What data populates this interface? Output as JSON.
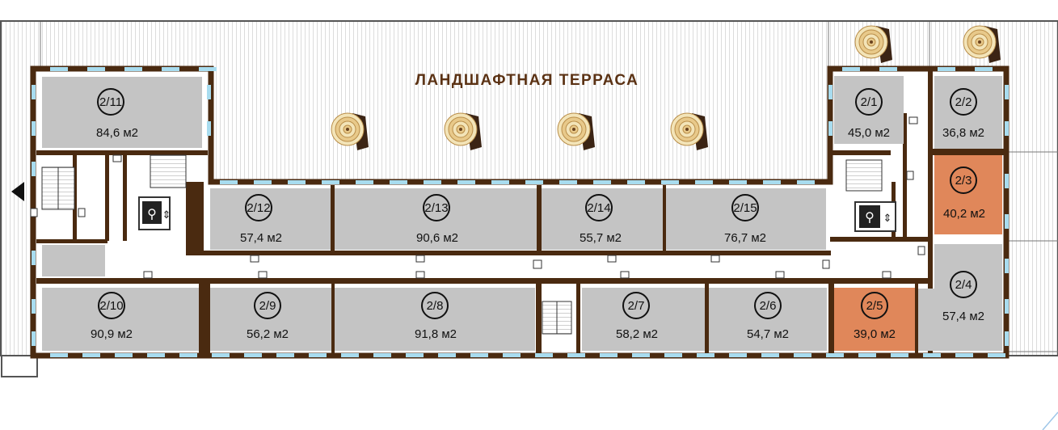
{
  "colors": {
    "wall": "#4a2a10",
    "room": "#c4c4c4",
    "highlight": "#e0875a",
    "window": "#a8dcef",
    "terrace_line": "#dddddd",
    "terrace_label": "#5b3214",
    "frame": "#555555"
  },
  "terrace": {
    "label": "ЛАНДШАФТНАЯ ТЕРРАСА"
  },
  "rooms": [
    {
      "id": "2-11",
      "number": "2/11",
      "area": "84,6 м2",
      "highlighted": false
    },
    {
      "id": "2-12",
      "number": "2/12",
      "area": "57,4 м2",
      "highlighted": false
    },
    {
      "id": "2-13",
      "number": "2/13",
      "area": "90,6 м2",
      "highlighted": false
    },
    {
      "id": "2-14",
      "number": "2/14",
      "area": "55,7 м2",
      "highlighted": false
    },
    {
      "id": "2-15",
      "number": "2/15",
      "area": "76,7 м2",
      "highlighted": false
    },
    {
      "id": "2-1",
      "number": "2/1",
      "area": "45,0 м2",
      "highlighted": false
    },
    {
      "id": "2-2",
      "number": "2/2",
      "area": "36,8 м2",
      "highlighted": false
    },
    {
      "id": "2-3",
      "number": "2/3",
      "area": "40,2 м2",
      "highlighted": true
    },
    {
      "id": "2-4",
      "number": "2/4",
      "area": "57,4 м2",
      "highlighted": false
    },
    {
      "id": "2-5",
      "number": "2/5",
      "area": "39,0 м2",
      "highlighted": true
    },
    {
      "id": "2-6",
      "number": "2/6",
      "area": "54,7 м2",
      "highlighted": false
    },
    {
      "id": "2-7",
      "number": "2/7",
      "area": "58,2 м2",
      "highlighted": false
    },
    {
      "id": "2-8",
      "number": "2/8",
      "area": "91,8 м2",
      "highlighted": false
    },
    {
      "id": "2-9",
      "number": "2/9",
      "area": "56,2 м2",
      "highlighted": false
    },
    {
      "id": "2-10",
      "number": "2/10",
      "area": "90,9 м2",
      "highlighted": false
    }
  ],
  "icons": [
    "umbrella-icon",
    "elevator-icon",
    "staircase-icon",
    "door-icon",
    "nav-arrow-icon"
  ]
}
